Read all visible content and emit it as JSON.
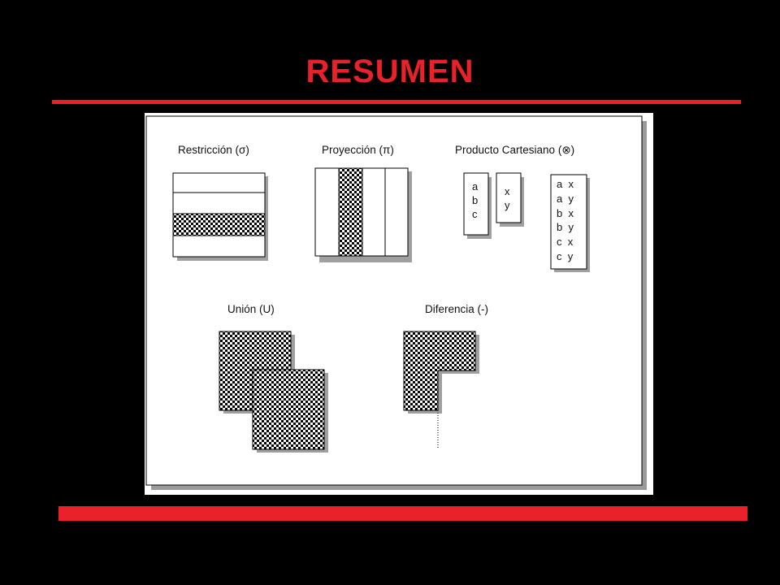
{
  "slide": {
    "title": "RESUMEN",
    "colors": {
      "accent": "#e8212a",
      "background": "#000000",
      "panel": "#ffffff"
    }
  },
  "diagram": {
    "restriction": {
      "label": "Restricción (σ)"
    },
    "projection": {
      "label": "Proyección (π)"
    },
    "cartesian": {
      "label": "Producto Cartesiano (⊗)",
      "table_a": [
        "a",
        "b",
        "c"
      ],
      "table_b": [
        "x",
        "y"
      ],
      "result": [
        [
          "a",
          "x"
        ],
        [
          "a",
          "y"
        ],
        [
          "b",
          "x"
        ],
        [
          "b",
          "y"
        ],
        [
          "c",
          "x"
        ],
        [
          "c",
          "y"
        ]
      ]
    },
    "union": {
      "label": "Unión (U)"
    },
    "difference": {
      "label": "Diferencia (-)"
    }
  }
}
